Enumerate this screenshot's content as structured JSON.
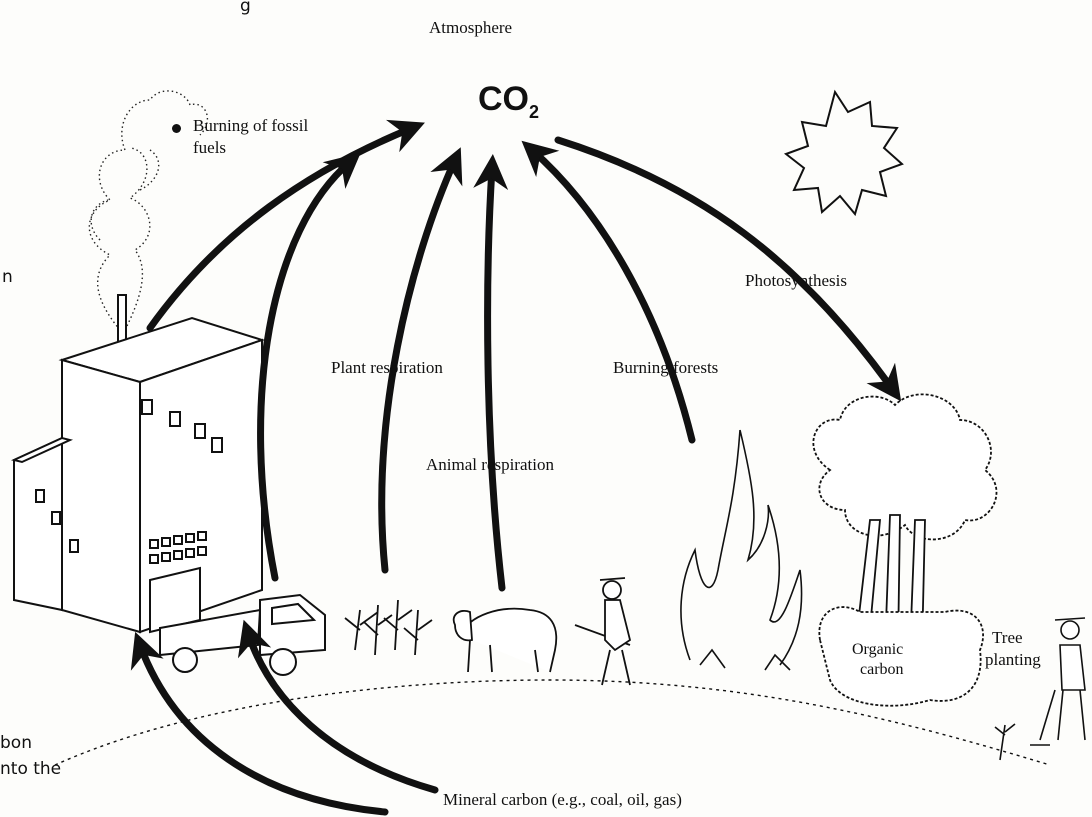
{
  "diagram": {
    "atmosphere_label": "Atmosphere",
    "co2_main": "CO",
    "co2_sub": "2",
    "fossil_label_line1": "Burning of fossil",
    "fossil_label_line2": "fuels",
    "plant_respiration": "Plant respiration",
    "animal_respiration": "Animal respiration",
    "burning_forests": "Burning forests",
    "photosynthesis": "Photosynthesis",
    "organic_carbon_line1": "Organic",
    "organic_carbon_line2": "carbon",
    "tree_planting_line1": "Tree",
    "tree_planting_line2": "planting",
    "mineral_carbon": "Mineral carbon (e.g., coal, oil, gas)"
  },
  "edge_text": {
    "left_fragment_top": "n",
    "left_fragment_bottom_1": "bon",
    "left_fragment_bottom_2": "nto the",
    "top_fragment": "g"
  },
  "colors": {
    "ink": "#111111",
    "paper": "#fdfdfb"
  }
}
